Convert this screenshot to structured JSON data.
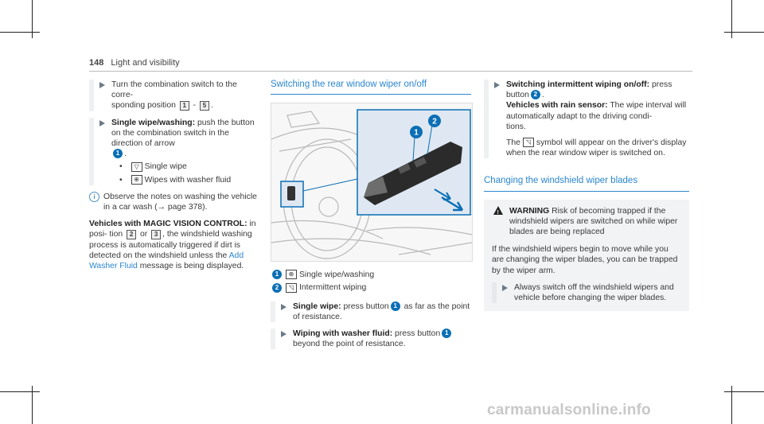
{
  "header": {
    "page_number": "148",
    "title": "Light and visibility"
  },
  "col1": {
    "step1": {
      "text_a": "Turn the combination switch to the corre-\nsponding position",
      "key_a": "1",
      "dash": "-",
      "key_b": "5",
      "end": "."
    },
    "step2": {
      "bold": "Single wipe/washing:",
      "text": " push the button on the combination switch in the direction of arrow",
      "callout": "1",
      "end": ".",
      "bullet1": "Single wipe",
      "bullet2": "Wipes with washer fluid"
    },
    "info": {
      "text": "Observe the notes on washing the vehicle in a car wash (→ page 378)."
    },
    "para": {
      "bold": "Vehicles with MAGIC VISION CONTROL:",
      "text_a": " in posi-\ntion",
      "key_a": "2",
      "or": " or ",
      "key_b": "3",
      "text_b": ", the windshield washing process is automatically triggered if dirt is detected on the windshield unless the ",
      "link": "Add Washer Fluid",
      "text_c": " message is being displayed."
    }
  },
  "col2": {
    "section_title": "Switching the rear window wiper on/off",
    "callout1": {
      "num": "1",
      "label": "Single wipe/washing"
    },
    "callout2": {
      "num": "2",
      "label": "Intermittent wiping"
    },
    "step1": {
      "bold": "Single wipe:",
      "text_a": " press button",
      "num": "1",
      "text_b": " as far as the point of resistance."
    },
    "step2": {
      "bold": "Wiping with washer fluid:",
      "text_a": " press button",
      "num": "1",
      "text_b": " beyond the point of resistance."
    }
  },
  "col3": {
    "step1": {
      "bold": "Switching intermittent wiping on/off:",
      "text_a": " press button",
      "num": "2",
      "end": ".",
      "bold2": "Vehicles with rain sensor:",
      "text_b": " The wipe interval will automatically adapt to the driving condi-\ntions.",
      "text_c1": "The",
      "text_c2": "symbol will appear on the driver's display when the rear window wiper is switched on."
    },
    "section_title": "Changing the windshield wiper blades",
    "warning": {
      "label": "WARNING",
      "text": " Risk of becoming trapped if the windshield wipers are switched on while wiper blades are being replaced",
      "para": "If the windshield wipers begin to move while you are changing the wiper blades, you can be trapped by the wiper arm.",
      "step": "Always switch off the windshield wipers and vehicle before changing the wiper blades."
    }
  },
  "watermark": "carmanualsonline.info",
  "colors": {
    "accent": "#2a86d0",
    "callout": "#0a6fb5",
    "panel": "#f2f3f5"
  }
}
